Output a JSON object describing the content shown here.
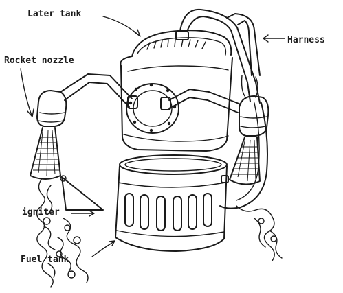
{
  "diagram": {
    "labels": {
      "water_tank": "Later tank",
      "harness": "Harness",
      "rocket_nozzle": "Rocket nozzle",
      "igniter": "igniter",
      "fuel_tank": "Fuel tank"
    },
    "colors": {
      "ink": "#1a1a1a",
      "paper": "#ffffff"
    }
  }
}
